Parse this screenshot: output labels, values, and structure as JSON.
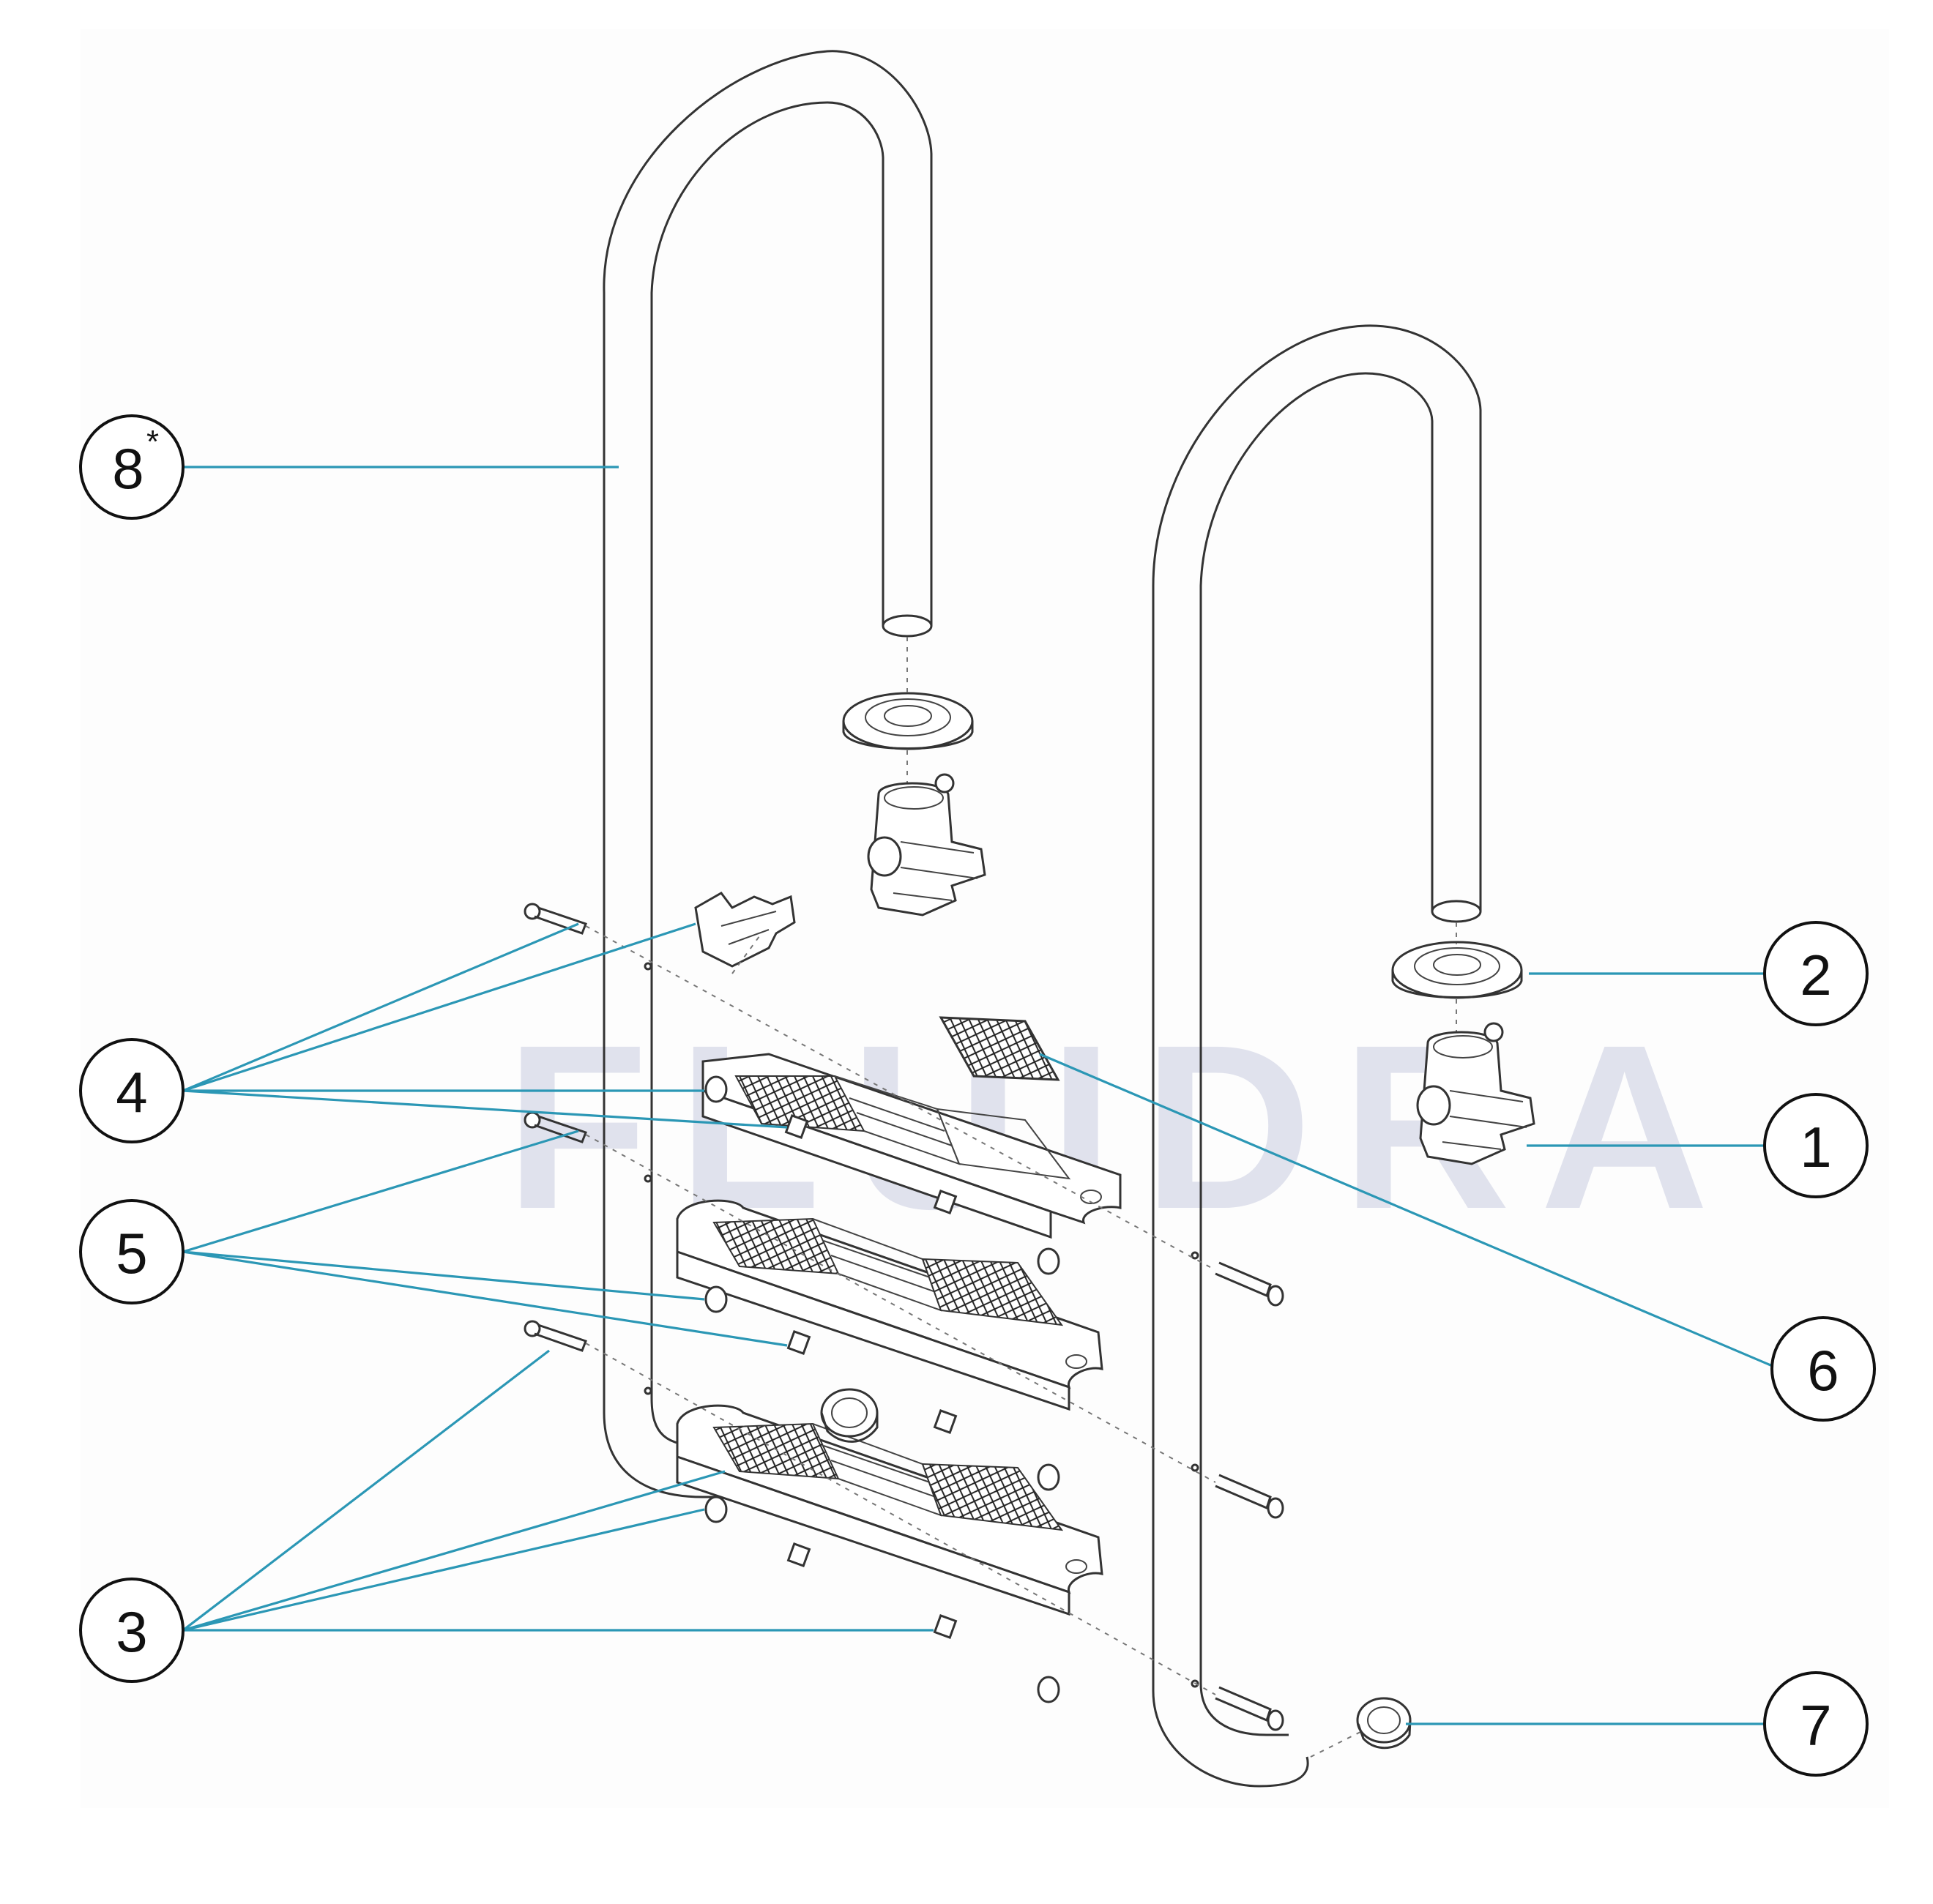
{
  "watermark": "FLUIDRA",
  "callouts": [
    {
      "id": "8",
      "label": "8",
      "sup": "*"
    },
    {
      "id": "2",
      "label": "2",
      "sup": ""
    },
    {
      "id": "1",
      "label": "1",
      "sup": ""
    },
    {
      "id": "4",
      "label": "4",
      "sup": ""
    },
    {
      "id": "6",
      "label": "6",
      "sup": ""
    },
    {
      "id": "5",
      "label": "5",
      "sup": ""
    },
    {
      "id": "3",
      "label": "3",
      "sup": ""
    },
    {
      "id": "7",
      "label": "7",
      "sup": ""
    }
  ]
}
